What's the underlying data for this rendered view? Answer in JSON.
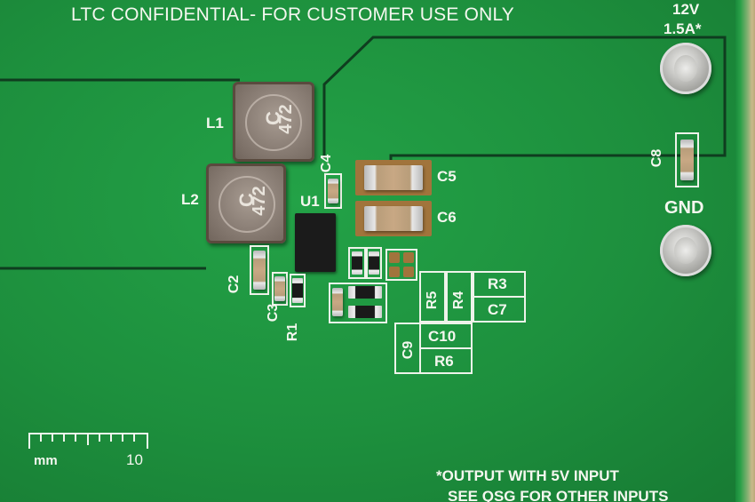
{
  "header_text": "LTC CONFIDENTIAL- FOR CUSTOMER USE ONLY",
  "terminals": {
    "top_voltage": "12V",
    "top_current": "1.5A*",
    "gnd_label": "GND"
  },
  "designators": {
    "L1": "L1",
    "L2": "L2",
    "C2": "C2",
    "C3": "C3",
    "C4": "C4",
    "C5": "C5",
    "C6": "C6",
    "C7": "C7",
    "C8": "C8",
    "C9": "C9",
    "C10": "C10",
    "R1": "R1",
    "R3": "R3",
    "R4": "R4",
    "R5": "R5",
    "R6": "R6",
    "U1": "U1"
  },
  "inductor_marking": {
    "top": "C",
    "bottom": "472"
  },
  "ruler": {
    "unit_label": "mm",
    "scale_label": "10"
  },
  "footnote": {
    "line1": "*OUTPUT WITH 5V INPUT",
    "line2": "SEE QSG FOR OTHER INPUTS"
  }
}
